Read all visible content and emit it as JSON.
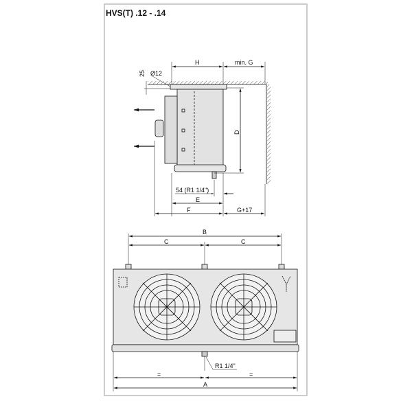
{
  "title": "HVS(T) .12 - .14",
  "side_view": {
    "dim_h": "H",
    "dim_min_g": "min. G",
    "dim_25": "25",
    "dim_hole": "Ø12",
    "dim_d": "D",
    "dim_54": "54 (R1 1/4\")",
    "dim_e": "E",
    "dim_f": "F",
    "dim_g17": "G+17"
  },
  "front_view": {
    "dim_b": "B",
    "dim_c_left": "C",
    "dim_c_right": "C",
    "drain_label": "R1 1/4\"",
    "dim_eq_left": "=",
    "dim_eq_right": "=",
    "dim_a": "A"
  }
}
